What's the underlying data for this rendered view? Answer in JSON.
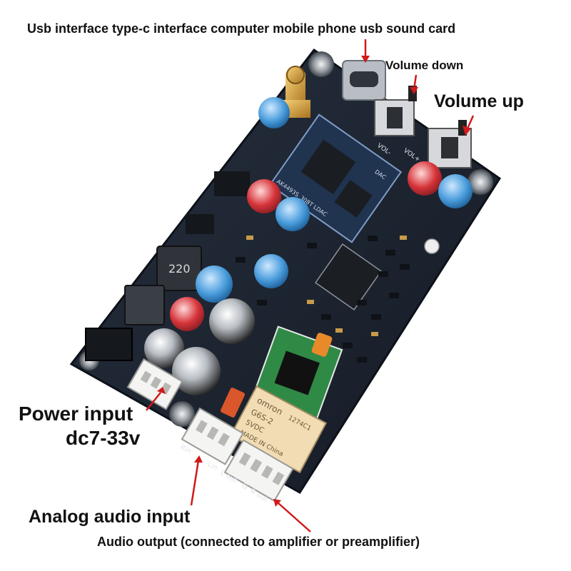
{
  "labels": {
    "usb_interface": "Usb interface type-c interface computer mobile phone usb sound card",
    "volume_down": "Volume down",
    "volume_up": "Volume up",
    "power_input_line1": "Power input",
    "power_input_line2": "dc7-33v",
    "analog_audio_input": "Analog audio input",
    "audio_output": "Audio output (connected to amplifier or preamplifier)"
  },
  "board_text": {
    "module_marking": "AK4493S_308T LDAC",
    "module_marking_2": "DAC",
    "inductor": "220",
    "relay_brand": "omron",
    "relay_model": "G6S-2",
    "relay_voltage": "5VDC",
    "relay_made": "MADE IN China",
    "relay_code": "1274C1",
    "vol_minus": "VOL-",
    "vol_plus": "VOL+",
    "rin": "Rin",
    "lin": "Lin",
    "l_out": "L out",
    "g": "G",
    "r_out": "R out"
  },
  "colors": {
    "pcb": "#1b2230",
    "annotation_arrow": "#d11a1a",
    "relay": "#f2dcb4",
    "opamp_board": "#2f8a46"
  }
}
